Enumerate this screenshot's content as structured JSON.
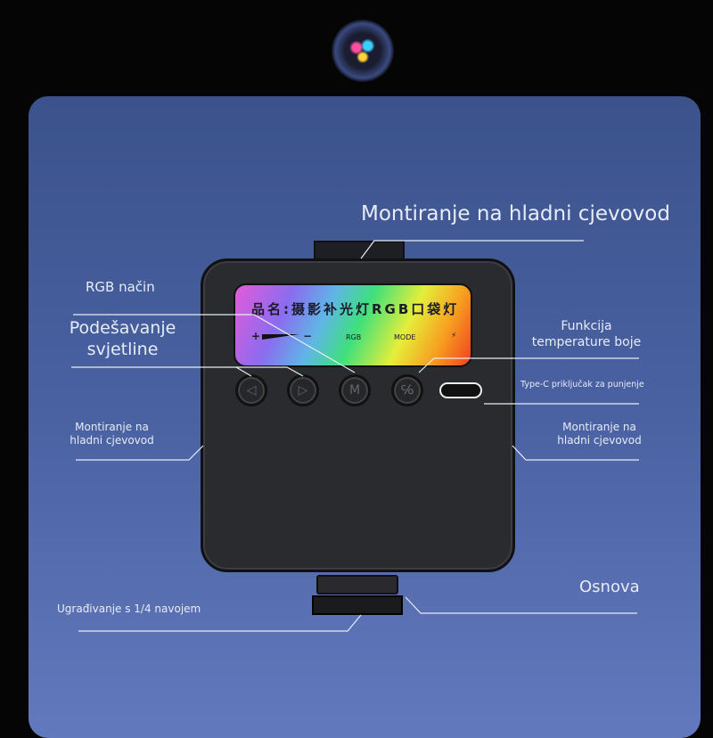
{
  "labels": {
    "top_mount": "Montiranje na hladni cjevovod",
    "rgb_mode": "RGB način",
    "brightness": "Podešavanje svjetline",
    "color_temp": "Funkcija temperature boje",
    "typec": "Type-C priključak za punjenje",
    "left_mount": "Montiranje na hladni cjevovod",
    "right_mount": "Montiranje na hladni cjevovod",
    "thread": "Ugrađivanje s 1/4 navojem",
    "base": "Osnova"
  },
  "screen": {
    "product_name": "品名:摄影补光灯RGB口袋灯",
    "plus": "+",
    "minus": "−",
    "rgb": "RGB",
    "mode": "MODE",
    "bolt": "⚡"
  },
  "buttons": [
    {
      "glyph": "◁"
    },
    {
      "glyph": "▷"
    },
    {
      "glyph": "M"
    },
    {
      "glyph": "℅"
    }
  ]
}
